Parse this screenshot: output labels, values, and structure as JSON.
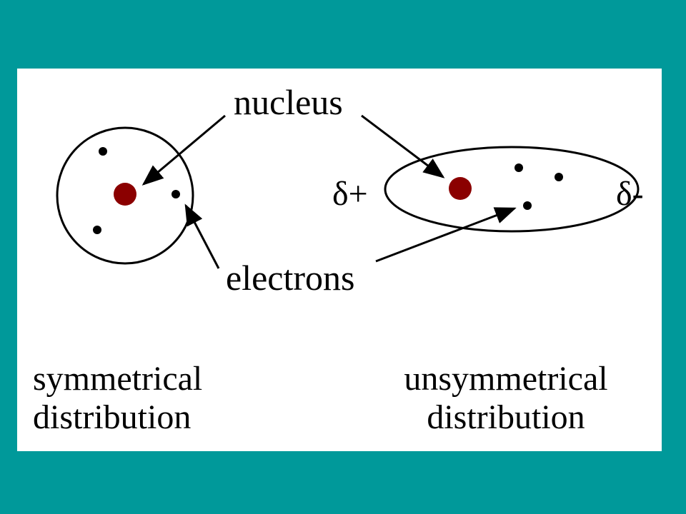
{
  "labels": {
    "nucleus": "nucleus",
    "electrons": "electrons",
    "delta_plus": "δ+",
    "delta_minus": "δ-"
  },
  "captions": {
    "left_line1": "symmetrical",
    "left_line2": "distribution",
    "right_line1": "unsymmetrical",
    "right_line2": "distribution"
  },
  "colors": {
    "background": "#00999a",
    "panel": "#ffffff",
    "nucleus": "#8b0000",
    "electron": "#000000",
    "outline": "#000000"
  }
}
